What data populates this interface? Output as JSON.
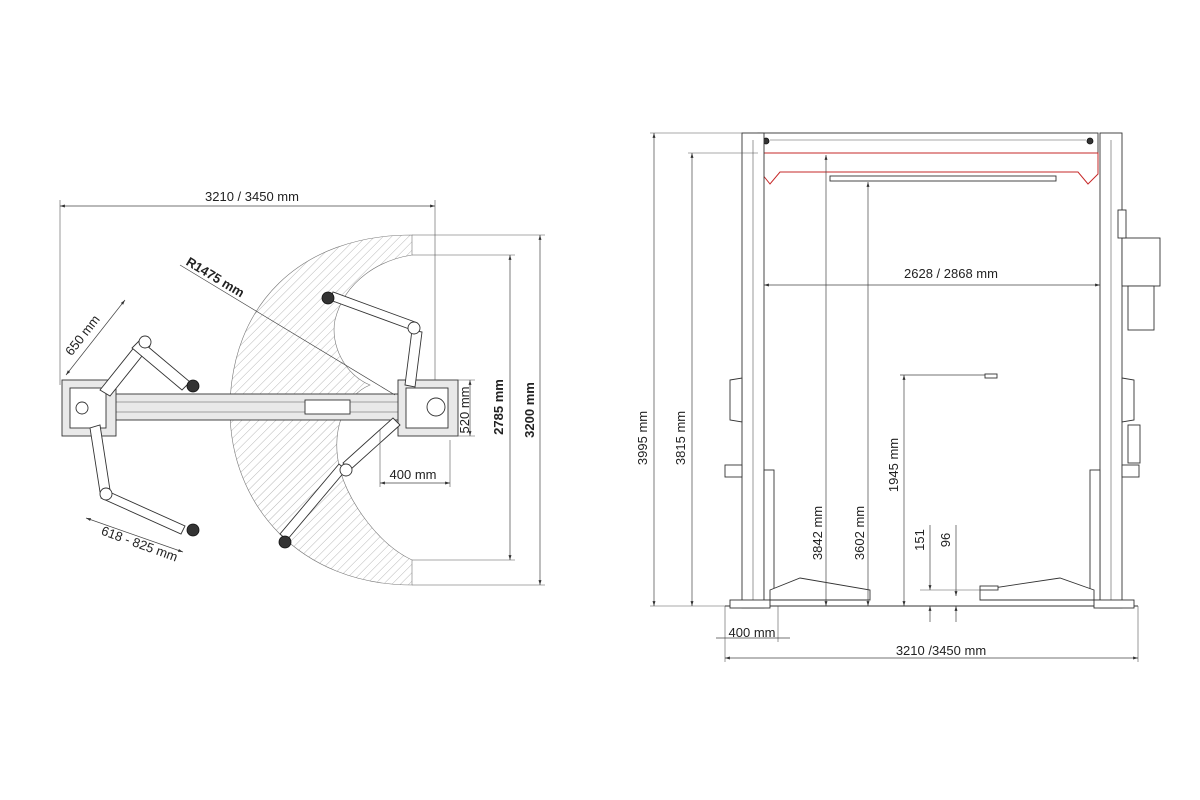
{
  "top_view": {
    "overall_width": "3210 / 3450 mm",
    "radius": "R1475 mm",
    "arm_length_short": "650 mm",
    "arm_range": "618 - 825 mm",
    "inner_height": "2785 mm",
    "outer_height": "3200 mm",
    "column_depth": "520 mm",
    "column_offset": "400 mm"
  },
  "front_view": {
    "total_height": "3995 mm",
    "beam_height": "3815 mm",
    "inner_width": "2628 / 2868 mm",
    "max_lift_height_a": "3842 mm",
    "max_lift_height_b": "3602 mm",
    "lift_stroke": "1945 mm",
    "min_pad_height_a": "151",
    "min_pad_height_b": "96",
    "base_offset": "400 mm",
    "overall_width": "3210 /3450 mm"
  },
  "colors": {
    "accent_outline": "#c62828"
  }
}
